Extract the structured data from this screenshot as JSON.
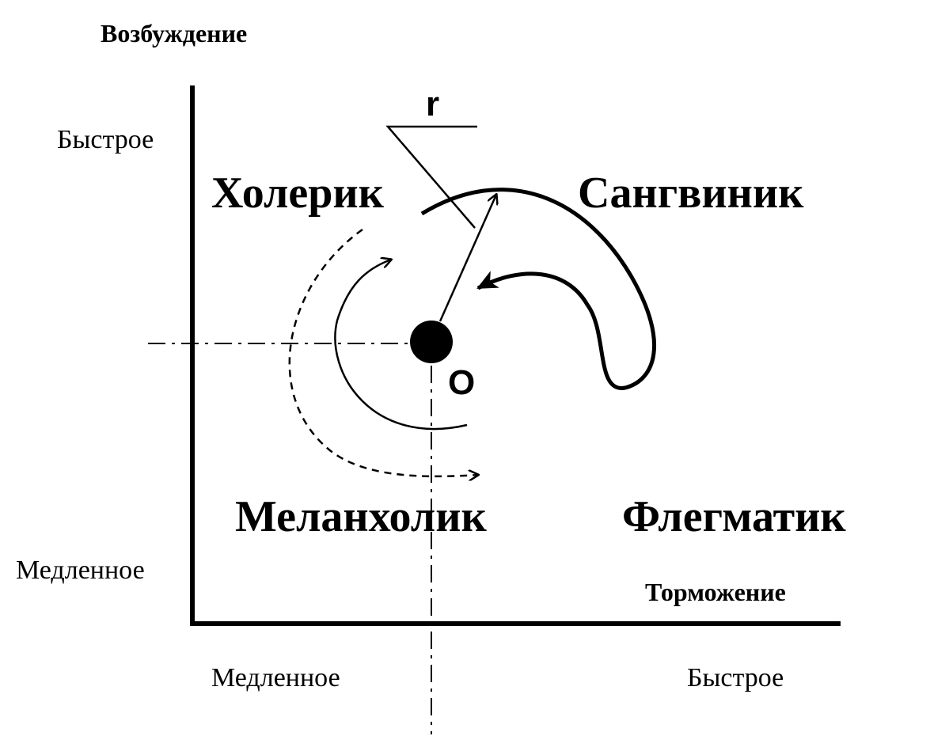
{
  "axes": {
    "y_title": "Возбуждение",
    "y_high": "Быстрое",
    "y_low": "Медленное",
    "x_title": "Торможение",
    "x_low": "Медленное",
    "x_high": "Быстрое"
  },
  "quadrants": {
    "top_left": "Холерик",
    "top_right": "Сангвиник",
    "bottom_left": "Меланхолик",
    "bottom_right": "Флегматик"
  },
  "symbols": {
    "radius": "r",
    "origin": "O"
  },
  "colors": {
    "ink": "#000000",
    "background": "#ffffff"
  }
}
